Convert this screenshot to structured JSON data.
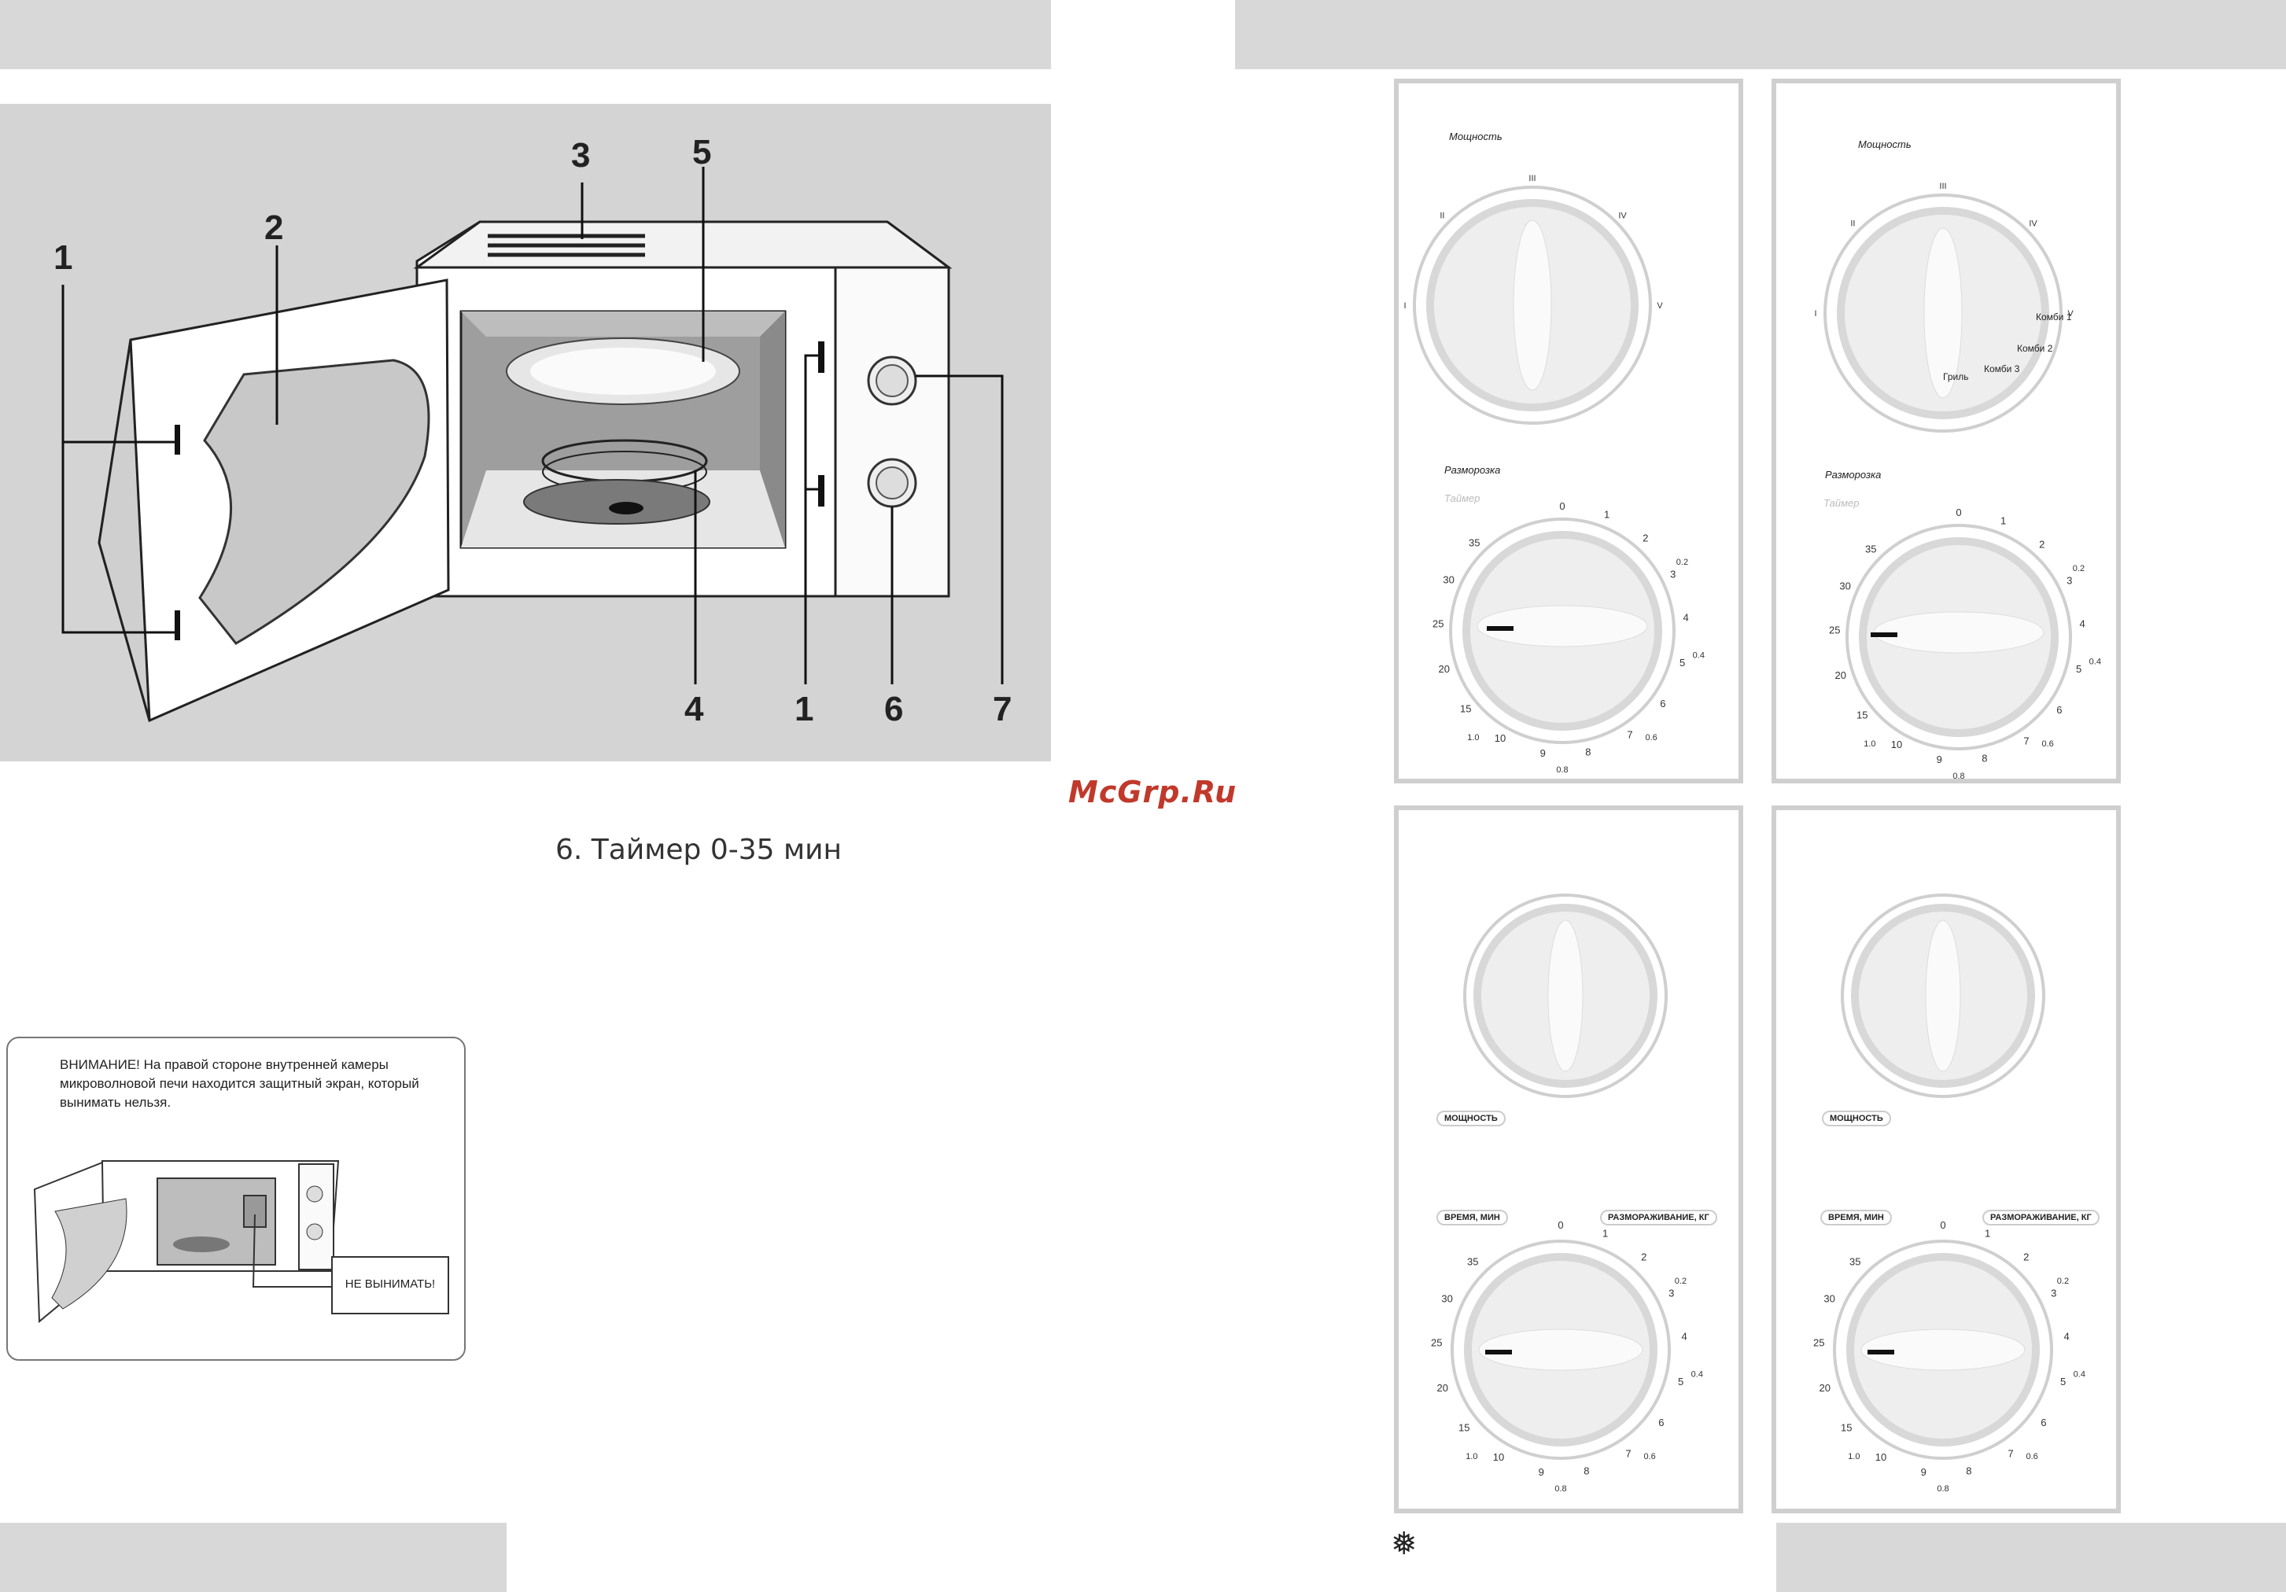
{
  "callouts": {
    "c1a": "1",
    "c2": "2",
    "c3": "3",
    "c5": "5",
    "c4": "4",
    "c1b": "1",
    "c6": "6",
    "c7": "7"
  },
  "caption": "6. Таймер 0-35 мин",
  "watermark": "McGrp.Ru",
  "warning": {
    "text": "ВНИМАНИЕ!  На правой стороне внутренней камеры микроволновой печи находится защитный экран, который вынимать нельзя.",
    "callout": "НЕ ВЫНИМАТЬ!"
  },
  "panels": {
    "p1": {
      "power_label": "Мощность",
      "power_marks": [
        "I",
        "II",
        "III",
        "IV",
        "V"
      ],
      "defrost_label": "Разморозка",
      "timer_label": "Таймер"
    },
    "p2": {
      "power_label": "Мощность",
      "power_marks": [
        "I",
        "II",
        "III",
        "IV",
        "V"
      ],
      "combi": [
        "Комби 1",
        "Комби 2",
        "Комби 3",
        "Гриль"
      ],
      "defrost_label": "Разморозка",
      "timer_label": "Таймер"
    },
    "p3": {
      "power_label": "МОЩНОСТЬ",
      "time_label": "ВРЕМЯ, МИН",
      "defrost_label": "РАЗМОРАЖИВАНИЕ, КГ"
    },
    "p4": {
      "power_label": "МОЩНОСТЬ",
      "time_label": "ВРЕМЯ, МИН",
      "defrost_label": "РАЗМОРАЖИВАНИЕ, КГ"
    }
  },
  "timer_scale": [
    "0",
    "1",
    "2",
    "3",
    "4",
    "5",
    "6",
    "7",
    "8",
    "9",
    "10",
    "15",
    "20",
    "25",
    "30",
    "35"
  ],
  "weight_scale": [
    "0.2",
    "0.4",
    "0.6",
    "0.8",
    "1.0"
  ]
}
